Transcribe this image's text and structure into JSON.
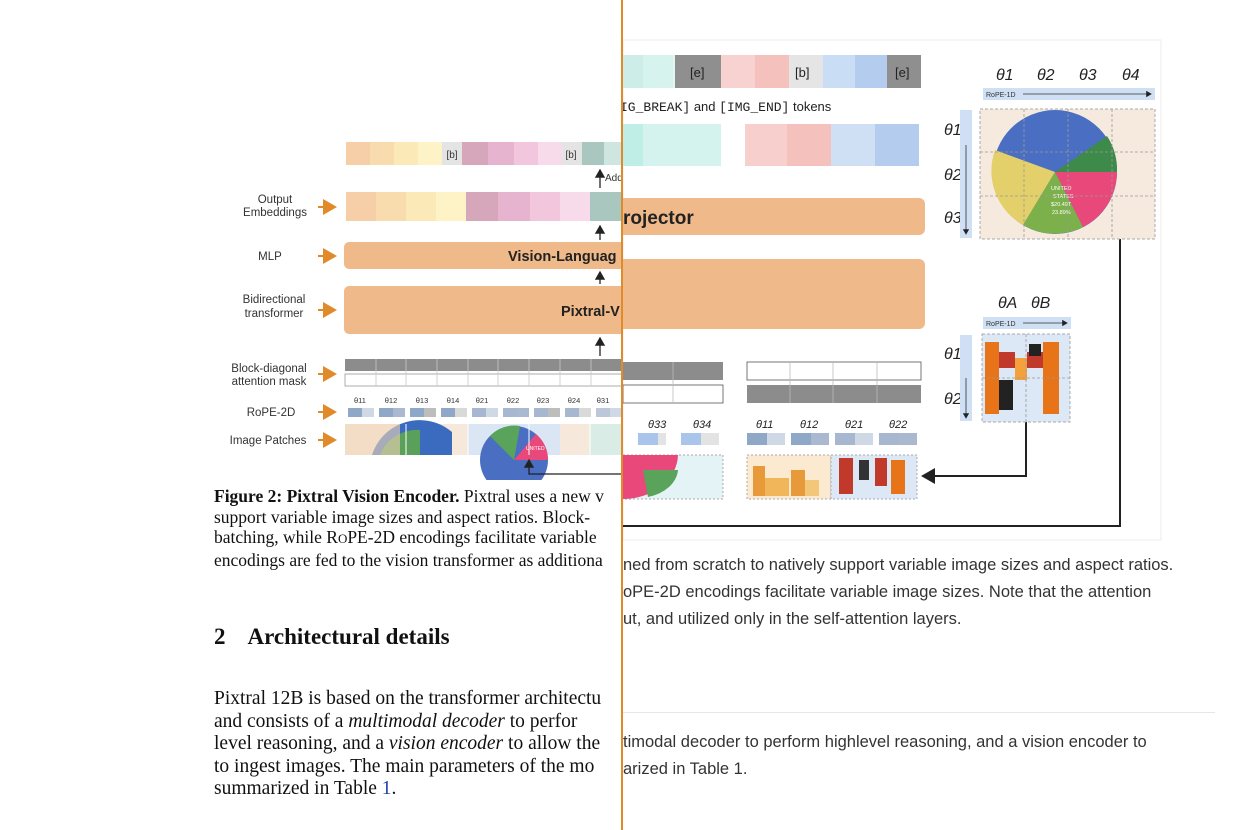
{
  "left": {
    "figure": {
      "row_labels": {
        "output_embeddings": [
          "Output",
          "Embeddings"
        ],
        "mlp": "MLP",
        "bidirectional_transformer": [
          "Bidirectional",
          "transformer"
        ],
        "block_diagonal_mask": [
          "Block-diagonal",
          "attention mask"
        ],
        "rope_2d": "RoPE-2D",
        "image_patches": "Image Patches"
      },
      "token_b": "[b]",
      "add_label": "Add",
      "vision_language_box": "Vision-Languag",
      "pixtral_box": "Pixtral-V",
      "theta_labels": [
        "θ11",
        "θ12",
        "θ13",
        "θ14",
        "θ21",
        "θ22",
        "θ23",
        "θ24",
        "θ31"
      ],
      "pie_label": "UNITED"
    },
    "caption": {
      "bold": "Figure 2: Pixtral Vision Encoder.",
      "line1_rest": " Pixtral uses a new v",
      "line2": "support variable image sizes and aspect ratios. Block-",
      "line3_pre": "batching, while R",
      "line3_sc": "O",
      "line3_mid": "PE-2D encodings facilitate variable",
      "line4": "encodings are fed to the vision transformer as additiona"
    },
    "section": {
      "number": "2",
      "title": "Architectural details"
    },
    "body": {
      "line1": "Pixtral 12B is based on the transformer architectu",
      "line2_pre": "and consists of a ",
      "line2_em": "multimodal decoder",
      "line2_post": " to perfor",
      "line3_pre": "level reasoning, and a ",
      "line3_em": "vision encoder",
      "line3_post": " to allow the",
      "line4": "to ingest images. The main parameters of the mo",
      "line5_pre": "summarized in Table ",
      "line5_ref": "1",
      "line5_post": "."
    }
  },
  "right": {
    "figure": {
      "token_e": "[e]",
      "token_b": "[b]",
      "tokens_caption_mono1": "IG_BREAK]",
      "tokens_caption_and": " and ",
      "tokens_caption_mono2": "[IMG_END]",
      "tokens_caption_tail": " tokens",
      "projector_box": "rojector",
      "thetas_top": [
        "θ1",
        "θ2",
        "θ3",
        "θ4"
      ],
      "thetas_side": [
        "θ1",
        "θ2",
        "θ3"
      ],
      "thetas_ab": [
        "θA",
        "θB"
      ],
      "thetas_side2": [
        "θ1",
        "θ2"
      ],
      "rope_1d": "RoPE-1D",
      "bottom_thetas_a": [
        "θ33",
        "θ34"
      ],
      "bottom_thetas_b": [
        "θ11",
        "θ12",
        "θ21",
        "θ22"
      ],
      "pie_text": [
        "UNITED",
        "STATES",
        "$20.49T",
        "23.89%"
      ]
    },
    "lines": {
      "l1": "ned from scratch to natively support variable image sizes and aspect ratios.",
      "l2": "oPE-2D encodings facilitate variable image sizes. Note that the attention",
      "l3": "ut, and utilized only in the self-attention layers.",
      "l4": "timodal decoder to perform highlevel reasoning, and a vision encoder to",
      "l5": "arized in Table 1."
    }
  },
  "colors": {
    "accent_orange": "#e08a2a",
    "box_fill": "#efb98a",
    "mask_dark": "#8c8c8c",
    "ref_blue": "#1a3fb0"
  }
}
